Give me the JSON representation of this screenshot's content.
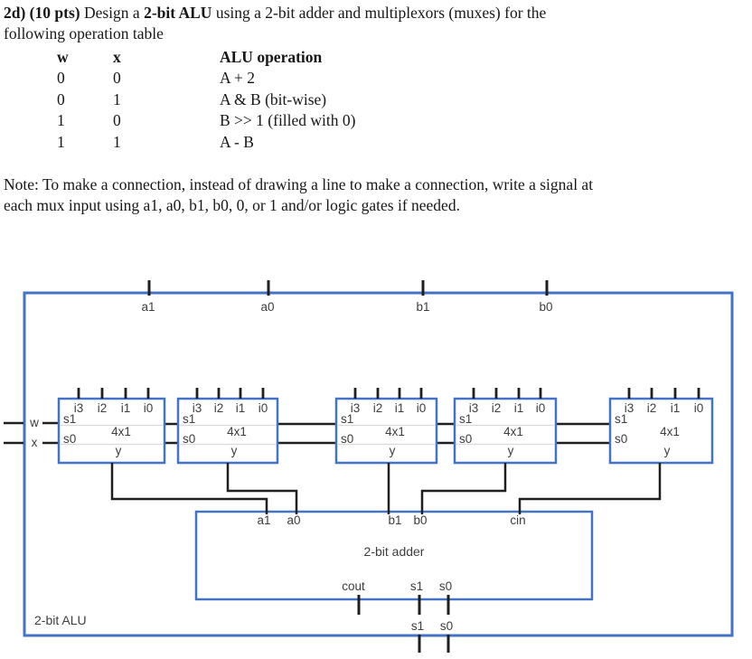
{
  "doc": {
    "title": {
      "bold1": "2d) (10 pts)",
      "text1": " Design a ",
      "bold2": "2-bit ALU",
      "text2": " using a 2-bit adder and multiplexors (muxes) for the",
      "line2": "following operation table"
    },
    "op_table": {
      "headers": [
        "w",
        "x",
        "ALU operation"
      ],
      "rows": [
        [
          "0",
          "0",
          "A + 2"
        ],
        [
          "0",
          "1",
          "A & B (bit-wise)"
        ],
        [
          "1",
          "0",
          "B >> 1 (filled with 0)"
        ],
        [
          "1",
          "1",
          "A - B"
        ]
      ]
    },
    "note_line1": "Note: To make a connection, instead of drawing a line to make a connection, write a signal at",
    "note_line2": "each mux input using a1, a0, b1, b0, 0, or 1 and/or logic gates if needed."
  },
  "diagram": {
    "alu_label": "2-bit ALU",
    "top_inputs": {
      "a1": "a1",
      "a0": "a0",
      "b1": "b1",
      "b0": "b0"
    },
    "controls": {
      "w": "w",
      "x": "x"
    },
    "mux": {
      "i3": "i3",
      "i2": "i2",
      "i1": "i1",
      "i0": "i0",
      "s1": "s1",
      "s0": "s0",
      "type": "4x1",
      "out": "y"
    },
    "adder": {
      "a1": "a1",
      "a0": "a0",
      "b1": "b1",
      "b0": "b0",
      "cin": "cin",
      "label": "2-bit adder",
      "cout": "cout",
      "s1": "s1",
      "s0": "s0"
    },
    "outputs": {
      "s1": "s1",
      "s0": "s0"
    },
    "colors": {
      "box_blue": "#4472C4",
      "wire_black": "#1f1f1f",
      "label_gray": "#3d3d3d",
      "row_line_gray": "#d9d9d9"
    }
  }
}
